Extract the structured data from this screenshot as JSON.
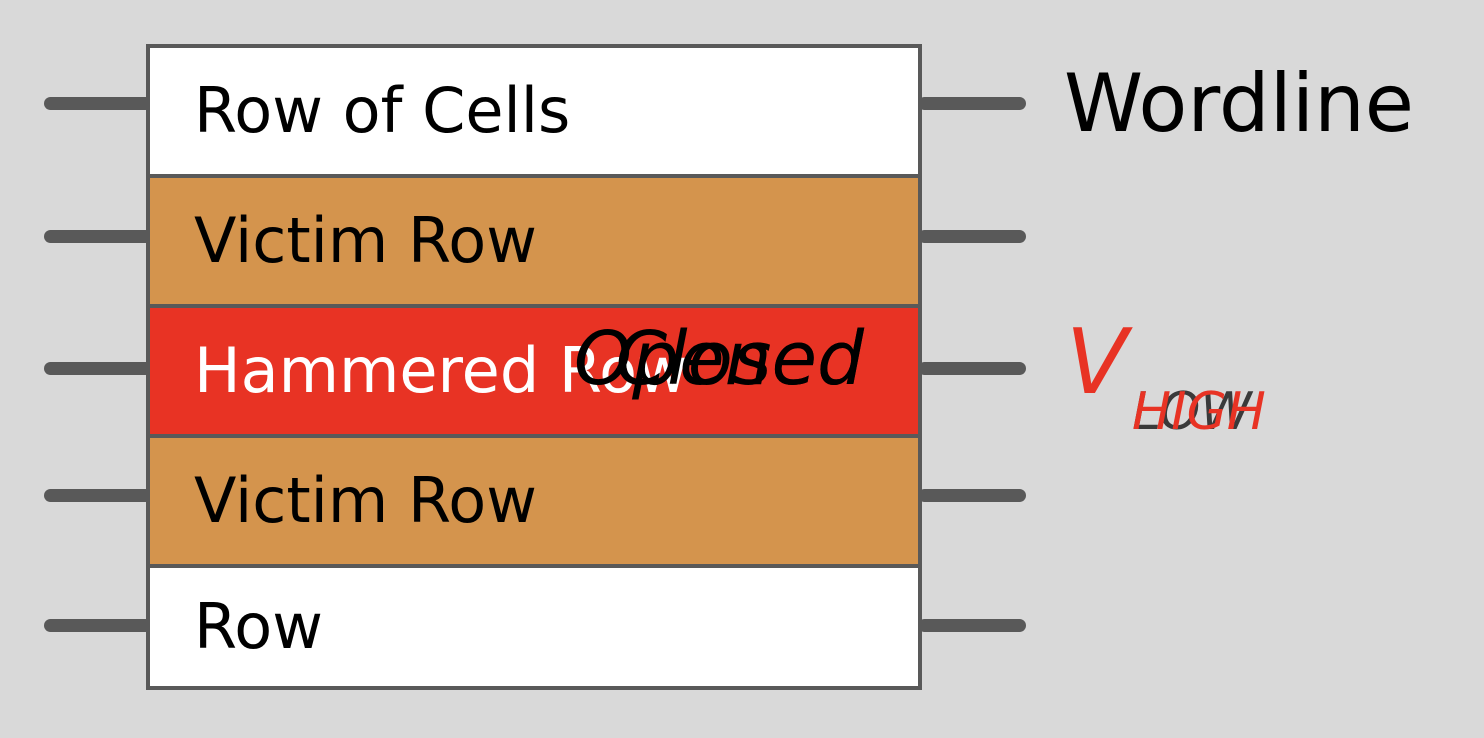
{
  "rows": [
    {
      "label": "Row of Cells"
    },
    {
      "label": "Victim Row"
    },
    {
      "label": "Hammered Row"
    },
    {
      "label": "Victim Row"
    },
    {
      "label": "Row"
    }
  ],
  "hammered_state": {
    "closed": "Closed",
    "opened": "Opened"
  },
  "wordline": {
    "label": "Wordline",
    "voltage_symbol": "V",
    "voltage_sub_low": "LOW",
    "voltage_sub_high": "HIGH"
  },
  "colors": {
    "background": "#d9d9d9",
    "victim_row": "#d4944d",
    "hammered_row": "#e83324",
    "plain_row": "#ffffff",
    "wire": "#595959"
  }
}
